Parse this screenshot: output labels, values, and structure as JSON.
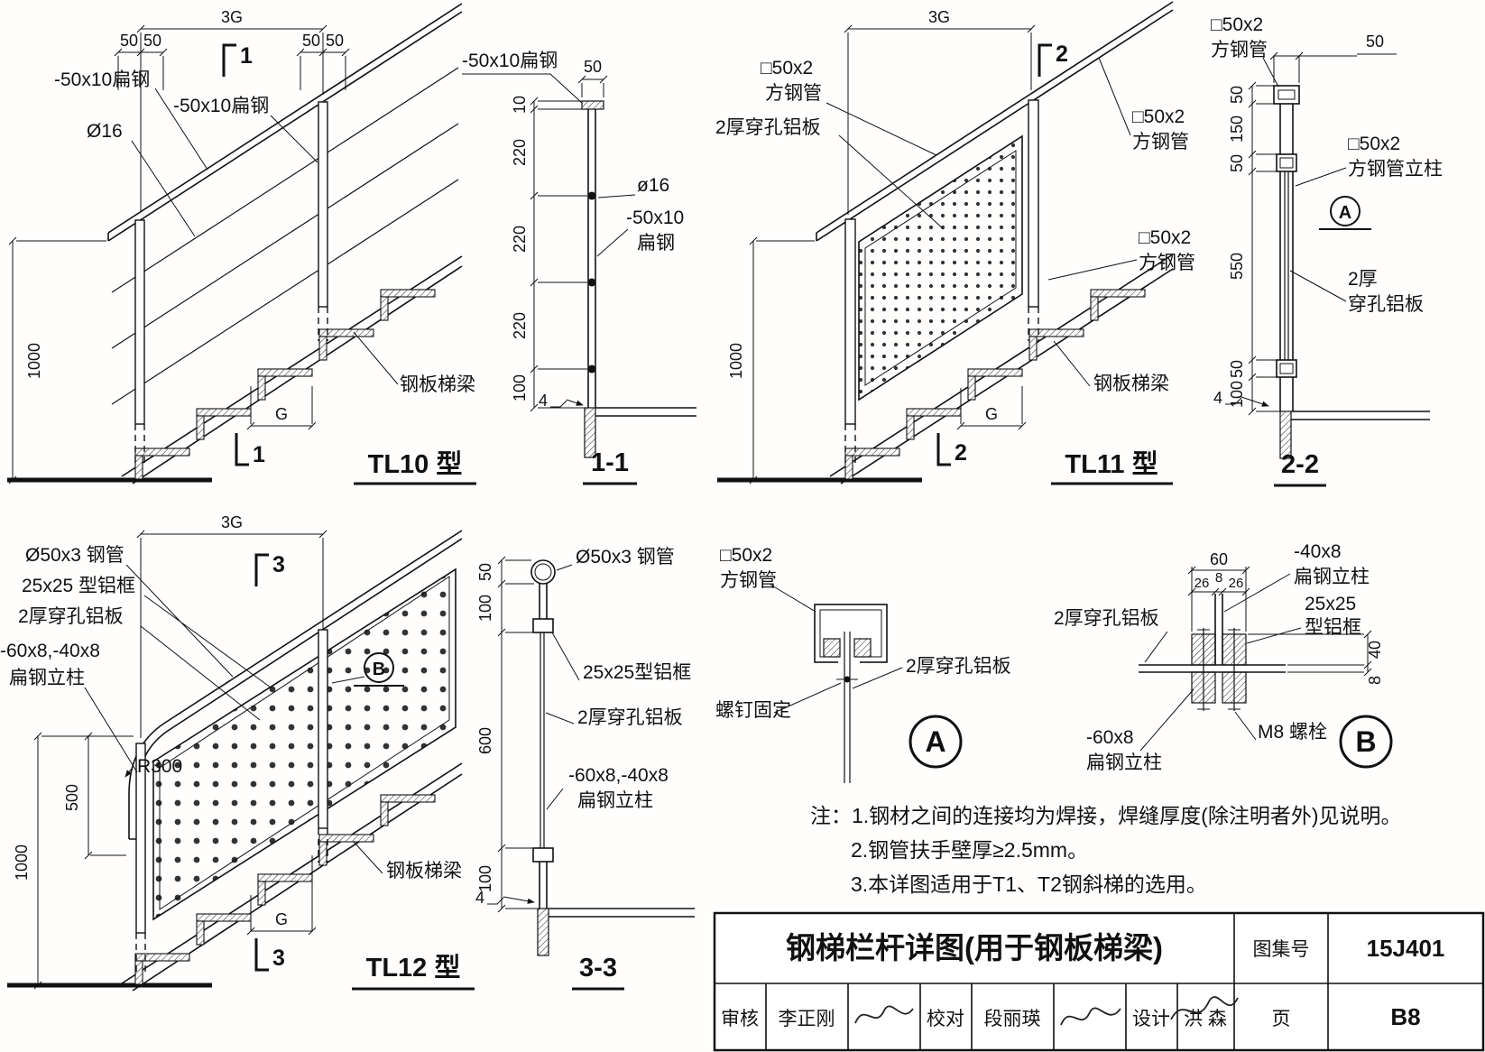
{
  "tl10": {
    "title": "TL10 型",
    "dim_3g": "3G",
    "dims_50": [
      "50",
      "50",
      "50",
      "50"
    ],
    "dim_1000": "1000",
    "dim_g": "G",
    "label_flat_1": "-50x10扁钢",
    "label_flat_2": "-50x10扁钢",
    "label_rod": "Ø16",
    "label_stringer": "钢板梯梁",
    "mark_top": "1",
    "mark_bottom": "1"
  },
  "s11": {
    "title": "1-1",
    "label_flat_top": "-50x10扁钢",
    "dim_50": "50",
    "dims": [
      "10",
      "220",
      "220",
      "220",
      "100"
    ],
    "label_rod": "ø16",
    "label_flat_a": "-50x10",
    "label_flat_b": "扁钢",
    "weld": "4"
  },
  "tl11": {
    "title": "TL11 型",
    "dim_3g": "3G",
    "dim_1000": "1000",
    "dim_g": "G",
    "label_rail_a": "□50x2",
    "label_rail_b": "方钢管",
    "label_panel": "2厚穿孔铝板",
    "label_top_a": "□50x2",
    "label_top_b": "方钢管",
    "label_bot_a": "□50x2",
    "label_bot_b": "方钢管",
    "label_stringer": "钢板梯梁",
    "mark_top": "2",
    "mark_bottom": "2"
  },
  "s22": {
    "title": "2-2",
    "label_rail_a": "□50x2",
    "label_rail_b": "方钢管",
    "dim_50_top": "50",
    "dims": [
      "50",
      "150",
      "50",
      "550",
      "50",
      "100"
    ],
    "label_post_a": "□50x2",
    "label_post_b": "方钢管立柱",
    "detail_mark": "A",
    "label_panel_a": "2厚",
    "label_panel_b": "穿孔铝板",
    "weld": "4"
  },
  "tl12": {
    "title": "TL12 型",
    "dim_3g": "3G",
    "label_tube": "Ø50x3 钢管",
    "label_frame": "25x25 型铝框",
    "label_panel": "2厚穿孔铝板",
    "label_post_a": "-60x8,-40x8",
    "label_post_b": "扁钢立柱",
    "detail_mark": "B",
    "label_r": "R300",
    "dim_500": "500",
    "dim_1000": "1000",
    "dim_g": "G",
    "label_stringer": "钢板梯梁",
    "mark_top": "3",
    "mark_bottom": "3"
  },
  "s33": {
    "title": "3-3",
    "label_tube": "Ø50x3 钢管",
    "dims": [
      "50",
      "100",
      "600",
      "100"
    ],
    "label_frame": "25x25型铝框",
    "label_panel": "2厚穿孔铝板",
    "label_post_a": "-60x8,-40x8",
    "label_post_b": "扁钢立柱",
    "weld": "4"
  },
  "detail_a": {
    "mark": "A",
    "label_tube_a": "□50x2",
    "label_tube_b": "方钢管",
    "label_panel": "2厚穿孔铝板",
    "label_screw": "螺钉固定"
  },
  "detail_b": {
    "mark": "B",
    "dim_60": "60",
    "dim_26l": "26",
    "dim_8": "8",
    "dim_26r": "26",
    "label_post40_a": "-40x8",
    "label_post40_b": "扁钢立柱",
    "label_frame_a": "25x25",
    "label_frame_b": "型铝框",
    "label_panel": "2厚穿孔铝板",
    "dim_40": "40",
    "dim_8v": "8",
    "label_post60_a": "-60x8",
    "label_post60_b": "扁钢立柱",
    "label_bolt": "M8 螺栓"
  },
  "notes": {
    "line1": "注：1.钢材之间的连接均为焊接，焊缝厚度(除注明者外)见说明。",
    "line2": "2.钢管扶手壁厚≥2.5mm。",
    "line3": "3.本详图适用于T1、T2钢斜梯的选用。"
  },
  "titleblock": {
    "title": "钢梯栏杆详图(用于钢板梯梁)",
    "atlas_label": "图集号",
    "atlas_no": "15J401",
    "page_label": "页",
    "page_no": "B8",
    "col1_label": "审核",
    "col1_name": "李正刚",
    "col2_label": "校对",
    "col2_name": "段丽瑛",
    "col3_label": "设计",
    "col3_name": "洪  森"
  }
}
